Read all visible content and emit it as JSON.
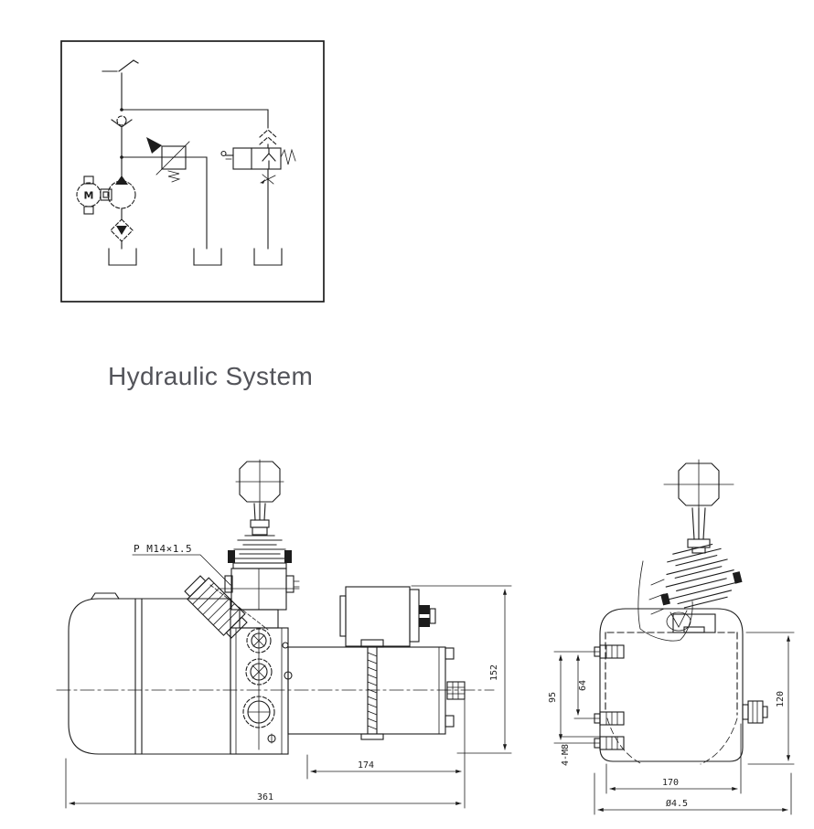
{
  "title": "Hydraulic System",
  "colors": {
    "line": "#1c1c1c",
    "title_text": "#53545a",
    "background": "#ffffff"
  },
  "schematic": {
    "motor_label": "M"
  },
  "side_view": {
    "port_label": "P M14×1.5",
    "dim_height": "152",
    "dim_valve_motor_length": "174",
    "dim_overall_length": "361"
  },
  "end_view": {
    "dim_bolt_span_inner": "64",
    "dim_bolt_span_outer": "95",
    "dim_height": "120",
    "dim_tank_width": "170",
    "dim_mount_hole": "Ø4.5",
    "dim_bolt_callout": "4-M8"
  }
}
